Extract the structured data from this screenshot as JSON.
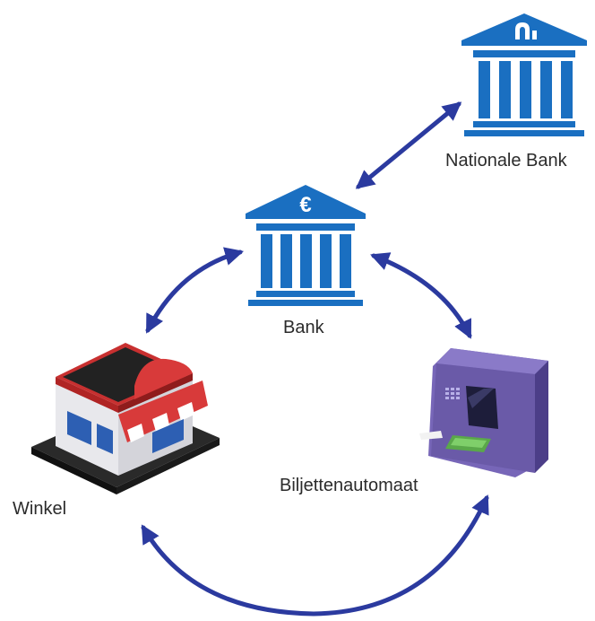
{
  "nodes": {
    "national_bank": {
      "label": "Nationale Bank",
      "icon": "central-bank-icon"
    },
    "bank": {
      "label": "Bank",
      "icon": "bank-euro-icon",
      "symbol": "€"
    },
    "shop": {
      "label": "Winkel",
      "icon": "shop-icon"
    },
    "atm": {
      "label": "Biljettenautomaat",
      "icon": "atm-icon"
    }
  },
  "colors": {
    "arrow": "#2b3a9f",
    "bank_blue": "#1a6fc1",
    "atm_purple": "#6a5aa8",
    "shop_red": "#d83a3a"
  }
}
